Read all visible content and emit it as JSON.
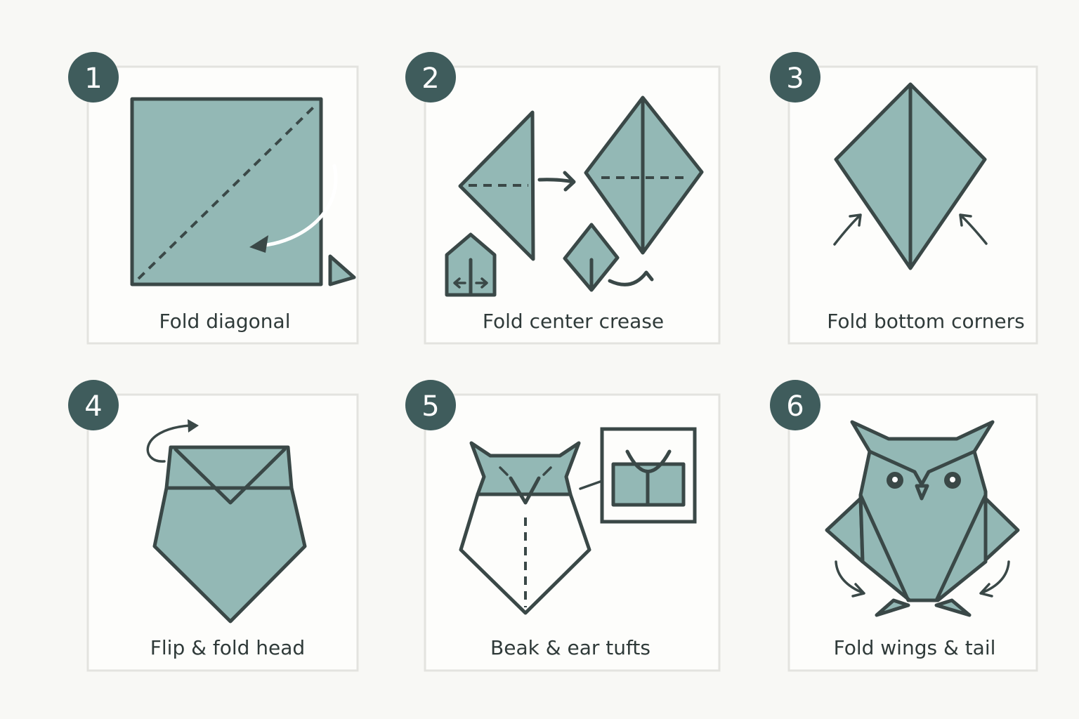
{
  "colors": {
    "paper": "#93b8b5",
    "outline": "#3a4847",
    "badge": "#3f5c5c",
    "background": "#f8f8f5"
  },
  "steps": [
    {
      "number": "1",
      "label": "Fold diagonal"
    },
    {
      "number": "2",
      "label": "Fold center crease"
    },
    {
      "number": "3",
      "label": "Fold bottom corners"
    },
    {
      "number": "4",
      "label": "Flip & fold head"
    },
    {
      "number": "5",
      "label": "Beak & ear tufts"
    },
    {
      "number": "6",
      "label": "Fold wings & tail"
    }
  ]
}
